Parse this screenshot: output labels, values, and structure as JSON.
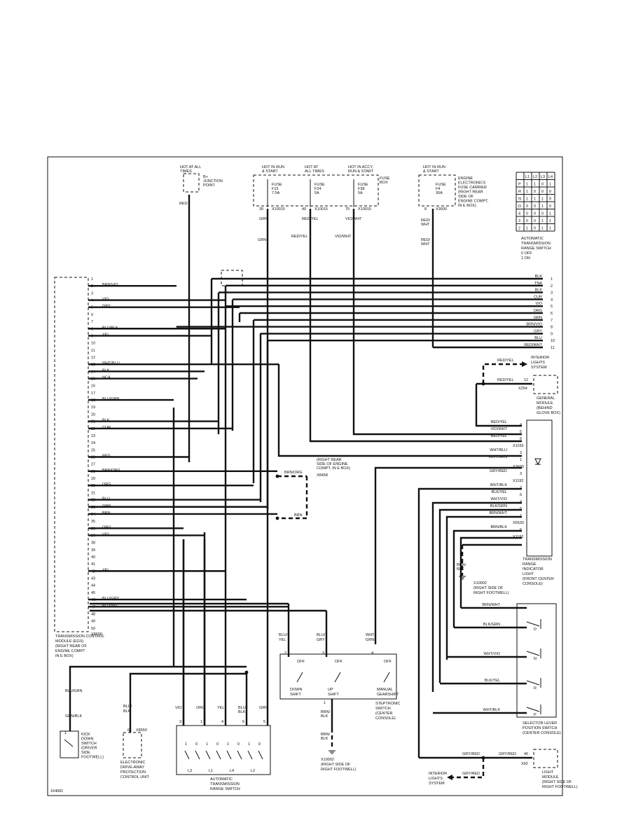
{
  "fuses": [
    {
      "header": [
        "HOT AT ALL",
        "TIMES"
      ],
      "label": [
        "B+",
        "JUNCTION",
        "POINT"
      ]
    },
    {
      "header": [
        "HOT IN RUN",
        "& START"
      ],
      "label": [
        "FUSE",
        "F15",
        "7.5A"
      ],
      "pin": "30",
      "conn": "X10015",
      "wire": "GRN"
    },
    {
      "header": [
        "HOT AT",
        "ALL TIMES"
      ],
      "label": [
        "FUSE",
        "F24",
        "5A"
      ],
      "pin": "40",
      "conn": "X10015",
      "wire": "RED/YEL"
    },
    {
      "header": [
        "HOT IN ACCY,",
        "RUN & START"
      ],
      "label": [
        "FUSE",
        "F38",
        "5A"
      ],
      "pin": "75",
      "conn": "X10015",
      "wire": "VIO/WHT"
    },
    {
      "header": [
        "HOT IN RUN",
        "& START"
      ],
      "label": [
        "FUSE",
        "F4",
        "30A"
      ],
      "pin": "8",
      "conn": "X3600",
      "wire": "RED/WHT"
    }
  ],
  "fuse_box_label": [
    "FUSE",
    "BOX"
  ],
  "engine_carrier_label": [
    "ENGINE",
    "ELECTRONICS",
    "FUSE CARRIER",
    "(RIGHT REAR",
    "SIDE OF",
    "ENGINE COMPT,",
    "IN E BOX)"
  ],
  "red_wire": "RED",
  "truth_table": {
    "headers": [
      "",
      "L1",
      "L2",
      "L3",
      "L4"
    ],
    "rows": [
      [
        "P",
        "1",
        "1",
        "0",
        "1"
      ],
      [
        "R",
        "1",
        "0",
        "0",
        "0"
      ],
      [
        "N",
        "1",
        "1",
        "1",
        "0"
      ],
      [
        "D",
        "0",
        "0",
        "1",
        "0"
      ],
      [
        "4",
        "0",
        "0",
        "0",
        "1"
      ],
      [
        "3",
        "0",
        "0",
        "1",
        "1"
      ],
      [
        "2",
        "1",
        "0",
        "1",
        "1"
      ]
    ],
    "caption": [
      "AUTOMATIC",
      "TRANSMISSION",
      "RANGE SWITCH",
      "0 OFF",
      "1 ON"
    ]
  },
  "tcm": {
    "label": [
      "TRANSMISSION CONTROL",
      "MODULE (EGS)",
      "(RIGHT REAR OF",
      "ENGINE COMPT",
      "IN E BOX)"
    ],
    "connector": "X8600",
    "pins": [
      "1",
      "2",
      "3",
      "4",
      "5",
      "6",
      "7",
      "8",
      "9",
      "10",
      "11",
      "12",
      "13",
      "14",
      "15",
      "16",
      "17",
      "18",
      "19",
      "20",
      "21",
      "22",
      "23",
      "24",
      "25",
      "26",
      "27",
      "28",
      "29",
      "30",
      "31",
      "32",
      "33",
      "34",
      "35",
      "36",
      "37",
      "38",
      "39",
      "40",
      "41",
      "42",
      "43",
      "44",
      "45",
      "46",
      "47",
      "48",
      "49",
      "50"
    ],
    "wires": [
      {
        "pin": 2,
        "color": "BRN/VIO"
      },
      {
        "pin": 4,
        "color": "VIO"
      },
      {
        "pin": 5,
        "color": "GRY"
      },
      {
        "pin": 8,
        "color": "BLU/BLK"
      },
      {
        "pin": 9,
        "color": "YEL"
      },
      {
        "pin": 13,
        "color": "WHT/BLU"
      },
      {
        "pin": 14,
        "color": "BLK"
      },
      {
        "pin": 15,
        "color": "NCA"
      },
      {
        "pin": 18,
        "color": "BLU/GRN"
      },
      {
        "pin": 21,
        "color": "BLK"
      },
      {
        "pin": 22,
        "color": "CUR"
      },
      {
        "pin": 26,
        "color": "RED"
      },
      {
        "pin": 28,
        "color": "BRN/ORG"
      },
      {
        "pin": 30,
        "color": "ORG"
      },
      {
        "pin": 32,
        "color": "BLU"
      },
      {
        "pin": 33,
        "color": "GRN"
      },
      {
        "pin": 34,
        "color": "BRN"
      },
      {
        "pin": 36,
        "color": "ORG"
      },
      {
        "pin": 37,
        "color": "VIO"
      },
      {
        "pin": 42,
        "color": "YEL"
      },
      {
        "pin": 46,
        "color": "BLU/GRY"
      },
      {
        "pin": 47,
        "color": "BLU/YEL"
      }
    ]
  },
  "right_connector": [
    {
      "color": "BLK",
      "pin": "1"
    },
    {
      "color": "TNA",
      "pin": "2"
    },
    {
      "color": "BLK",
      "pin": "3"
    },
    {
      "color": "CUR",
      "pin": "4"
    },
    {
      "color": "VIO",
      "pin": "5"
    },
    {
      "color": "ORG",
      "pin": "6"
    },
    {
      "color": "GRN",
      "pin": "7"
    },
    {
      "color": "BRN/VIO",
      "pin": "8"
    },
    {
      "color": "GRY",
      "pin": "9"
    },
    {
      "color": "BLU",
      "pin": "10"
    },
    {
      "color": "RED/WHT",
      "pin": "11"
    }
  ],
  "interior_lights_top": {
    "wire": "RED/YEL",
    "label": [
      "INTERIOR",
      "LIGHTS",
      "SYSTEM"
    ]
  },
  "general_module": {
    "wire": "RED/YEL",
    "pin": "12",
    "conn": "X254",
    "label": [
      "GENERAL",
      "MODULE",
      "(BEHIND",
      "GLOVE BOX)"
    ]
  },
  "indicator": {
    "label": [
      "TRANSMISSION",
      "RANGE",
      "INDICATOR",
      "LIGHT",
      "(FRONT CENTER",
      "CONSOLE)"
    ],
    "rows": [
      {
        "color": "RED/YEL",
        "pin": "4"
      },
      {
        "color": "VIO/WHT",
        "pin": "5"
      },
      {
        "color": "RED/YEL",
        "pin": "6"
      },
      {
        "conn": "X1193"
      },
      {
        "color": "WHT/BLU",
        "pin": "3"
      },
      {
        "color": "WHT/GRN",
        "pin": "1"
      },
      {
        "conn": "X3600"
      },
      {
        "color": "GRY/RED",
        "pin": "3"
      },
      {
        "conn": "X1192"
      },
      {
        "color": "WHT/BLK",
        "pin": "2"
      },
      {
        "color": "BLK/YEL",
        "pin": "6"
      },
      {
        "color": "WHT/VIO",
        "pin": "4"
      },
      {
        "color": "BLK/GRN",
        "pin": "5"
      },
      {
        "color": "BRN/WHT",
        "pin": "1"
      },
      {
        "conn": "X5530"
      },
      {
        "color": "BRN/BLK",
        "pin": "6"
      },
      {
        "conn": "X1192"
      }
    ]
  },
  "ground_mid": {
    "wire": [
      "BRN/",
      "BLK"
    ],
    "label": [
      "X10002",
      "(RIGHT SIDE OF",
      "RIGHT FOOTWELL)"
    ]
  },
  "right_rear_label": [
    "(RIGHT REAR",
    "SIDE OF ENGINE",
    "COMPT, IN E BOX)"
  ],
  "x8458": "X8458",
  "brn_org": "BRN/ORG",
  "brn": "BRN",
  "selector": {
    "positions": [
      "D",
      "N",
      "R",
      "P"
    ],
    "wires": [
      "BRN/WHT",
      "BLK/GRN",
      "WHT/VIO",
      "BLK/YEL",
      "WHT/BLK"
    ],
    "label": [
      "SELECTOR LEVER",
      "POSITION SWITCH",
      "(CENTER CONSOLE)"
    ]
  },
  "steptronic": {
    "wires": [
      {
        "color": [
          "BLU/",
          "YEL"
        ],
        "pin": "2",
        "state": "OFF",
        "name": [
          "DOWN",
          "SHIFT"
        ]
      },
      {
        "color": [
          "BLU/",
          "GRY"
        ],
        "pin": "3",
        "state": "OFF",
        "name": [
          "UP",
          "SHIFT"
        ]
      },
      {
        "color": [
          "WHT/",
          "GRN"
        ],
        "pin": "4",
        "state": "OFF",
        "name": [
          "MANUAL",
          "GEARSHIFT"
        ]
      }
    ],
    "pin_bottom": "1",
    "label": [
      "STEPTRONIC",
      "SWITCH",
      "(CENTER",
      "CONSOLE)"
    ],
    "gnd_wire": [
      "BRN/",
      "BLK"
    ],
    "gnd_wire2": [
      "BRN/",
      "BLK"
    ],
    "gnd_label": [
      "X10002",
      "(RIGHT SIDE OF",
      "RIGHT FOOTWELL)"
    ]
  },
  "kickdown": {
    "wires": [
      "BLU/GRN",
      "GRN/BLK"
    ],
    "pin": "1",
    "label": [
      "KICK",
      "DOWN",
      "SWITCH",
      "(DRIVER",
      "SIDE",
      "FOOTWELL)"
    ]
  },
  "edp": {
    "wire": [
      "BLU/",
      "BLK"
    ],
    "pin": "6",
    "conn": "X8550",
    "label": [
      "ELECTRONIC",
      "DRIVE-AWAY",
      "PROTECTION",
      "CONTROL UNIT"
    ]
  },
  "atrs": {
    "wires": [
      {
        "color": "VIO",
        "pin": "3"
      },
      {
        "color": "ORG",
        "pin": "1"
      },
      {
        "color": "YEL",
        "pin": "4"
      },
      {
        "color": [
          "BLU/",
          "BLK"
        ],
        "pin": "6"
      },
      {
        "color": "GRN",
        "pin": "5"
      }
    ],
    "contacts": [
      "L3",
      "L1",
      "L4",
      "L2"
    ],
    "states": [
      "1",
      "0",
      "1",
      "0",
      "1",
      "0",
      "1",
      "0"
    ],
    "label": [
      "AUTOMATIC",
      "TRANSMISSION",
      "RANGE SWITCH"
    ]
  },
  "light_module": {
    "wires": [
      "GRY/RED",
      "GRY/RED"
    ],
    "pin": "40",
    "conn": "X92",
    "label": [
      "LIGHT",
      "MODULE",
      "(RIGHT SIDE OF",
      "RIGHT FOOTWELL)"
    ]
  },
  "interior_lights_bottom": {
    "wire": "GRY/RED",
    "label": [
      "INTERIOR",
      "LIGHTS",
      "SYSTEM"
    ]
  },
  "figure_number": "164681"
}
